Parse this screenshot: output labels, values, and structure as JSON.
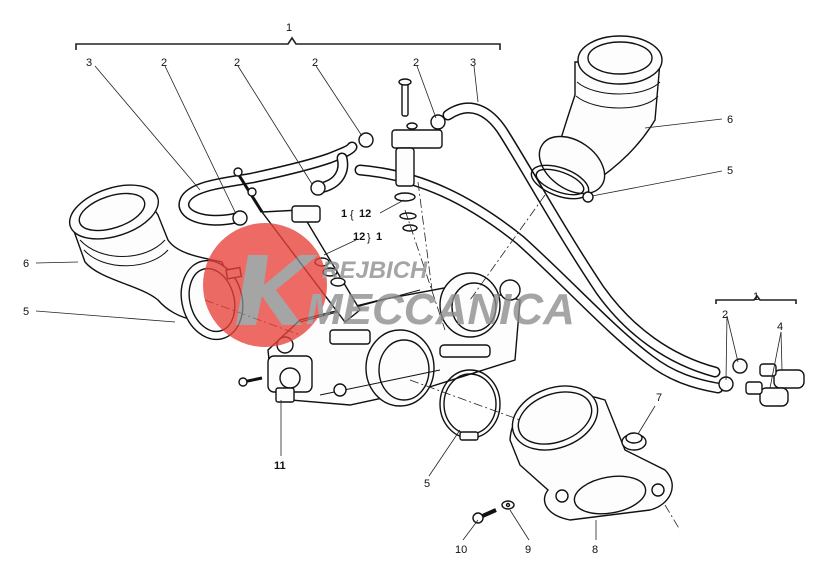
{
  "callouts": {
    "c1_top": "1",
    "c3_left": "3",
    "c2_a": "2",
    "c2_b": "2",
    "c2_c": "2",
    "c2_d": "2",
    "c3_right": "3",
    "c6_right": "6",
    "c5_right": "5",
    "c6_left": "6",
    "c5_left": "5",
    "c12_a_prefix": "1",
    "c12_a": "12",
    "c12_b": "12",
    "c12_b_suffix": "1",
    "c1_right": "1",
    "c2_right": "2",
    "c4_right": "4",
    "c7": "7",
    "c11": "11",
    "c5_bottom": "5",
    "c10": "10",
    "c9": "9",
    "c8": "8"
  },
  "watermark": {
    "line1": "REJBICH",
    "line2": "MECCANICA",
    "accent_color": "#e8413a",
    "text_color": "#8c8c8c"
  }
}
